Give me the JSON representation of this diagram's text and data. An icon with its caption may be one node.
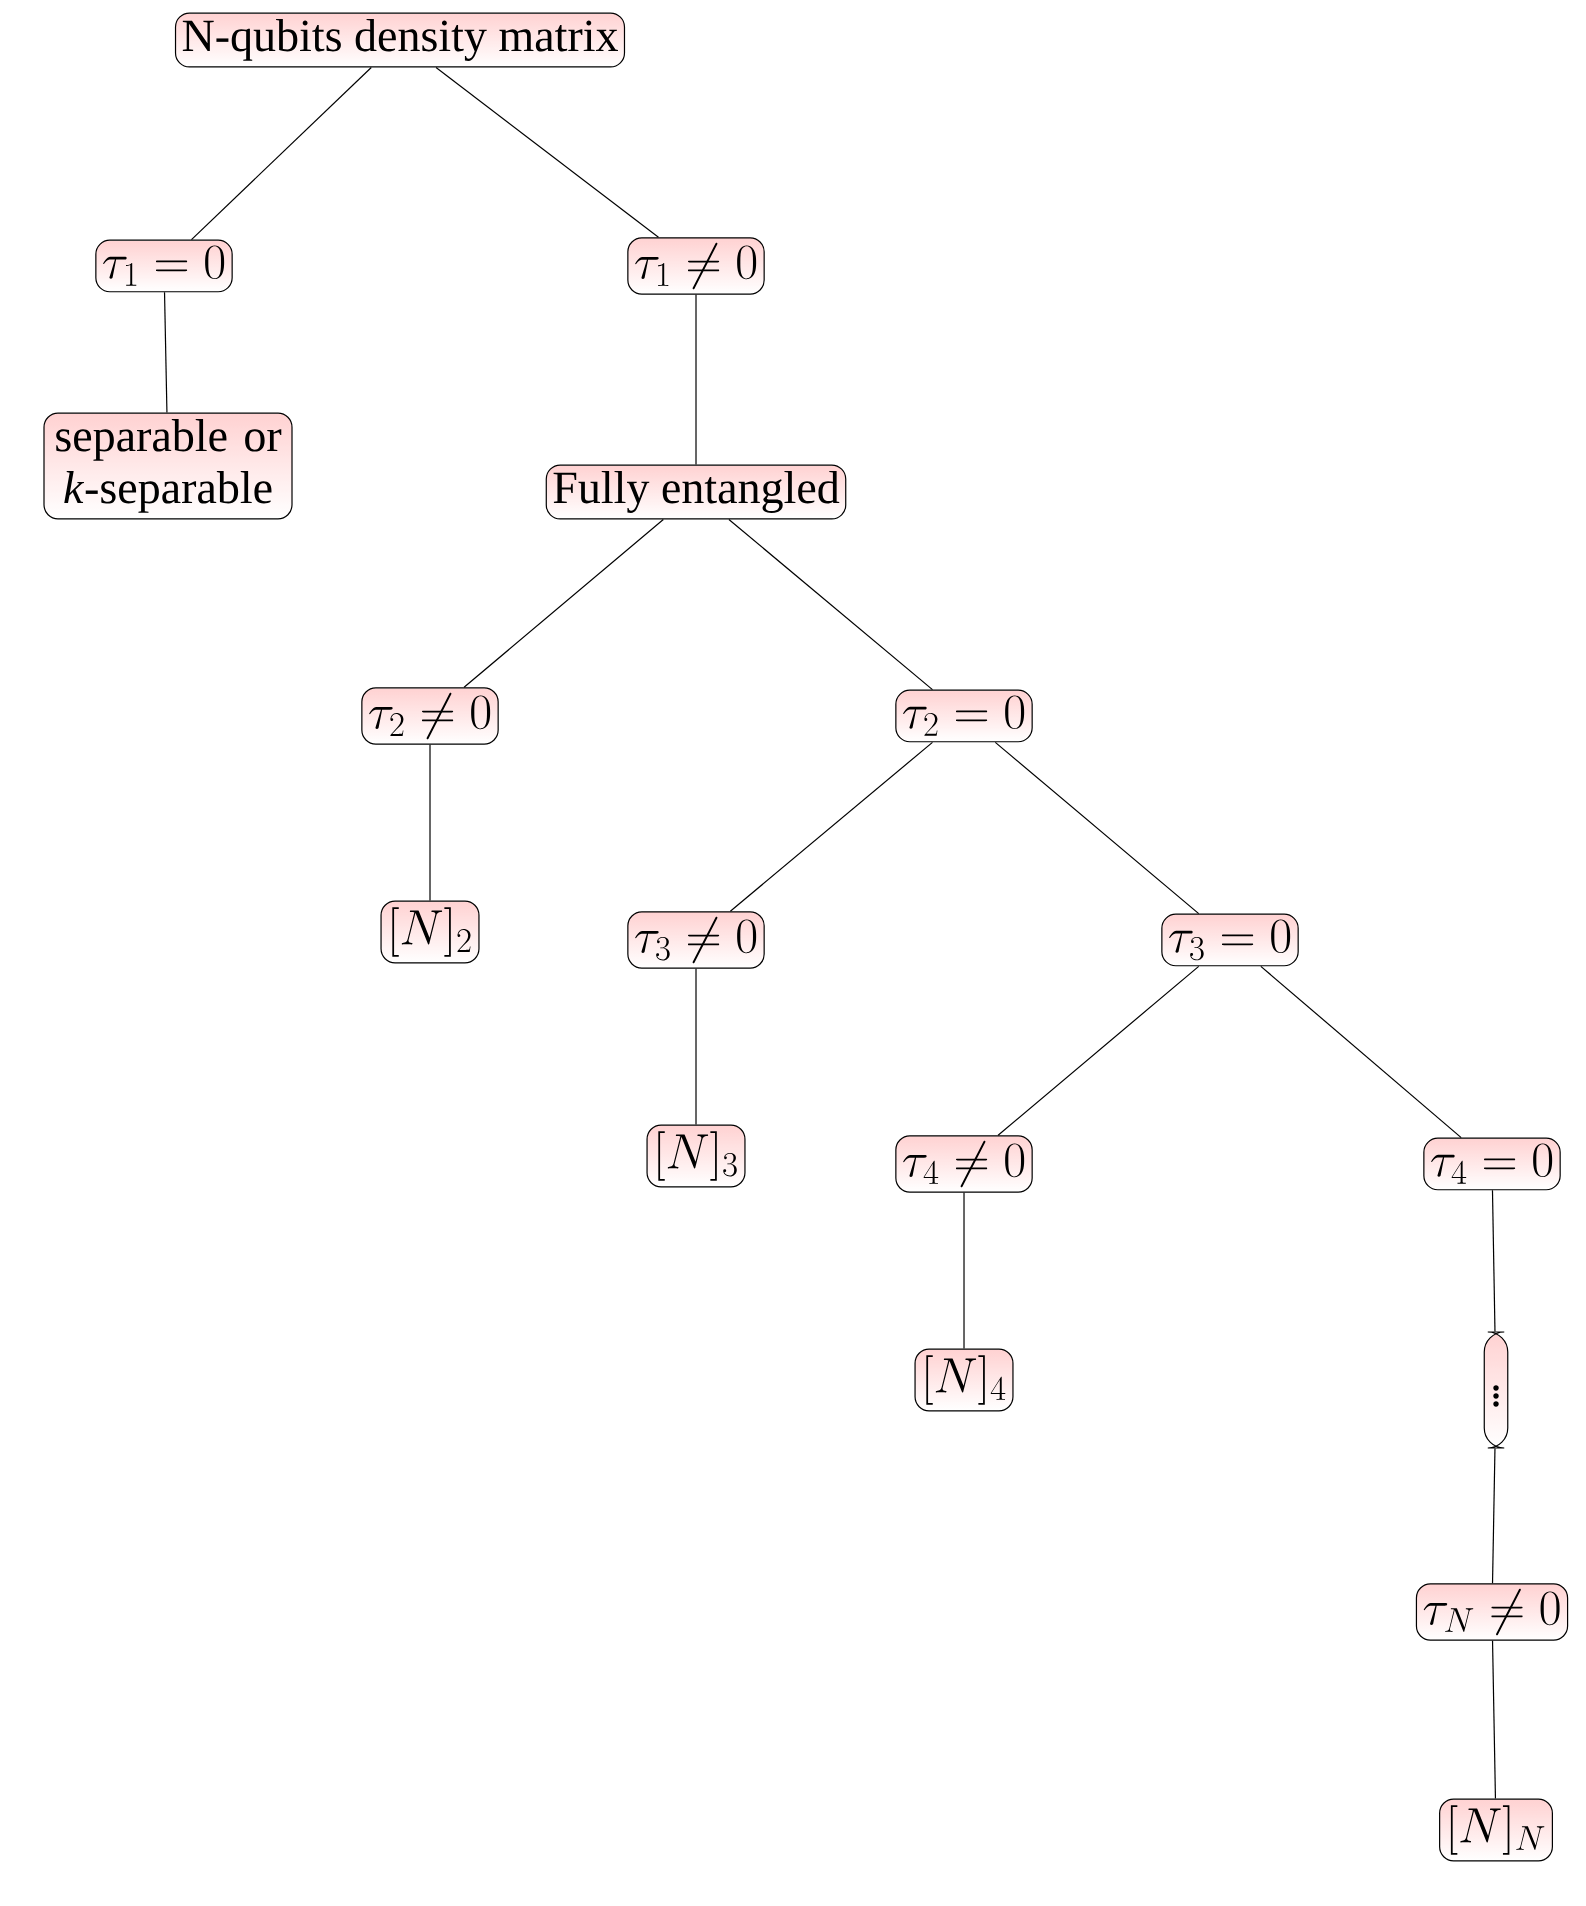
{
  "diagram": {
    "nodes": [
      {
        "text": [
          "N-qubits density matrix"
        ]
      },
      {
        "text": [
          "\\tau_1 = 0"
        ]
      },
      {
        "text": [
          "\\tau_1 \\neq 0"
        ]
      },
      {
        "text": [
          "separable or *k*-separable"
        ]
      },
      {
        "text": [
          "Fully entangled"
        ]
      },
      {
        "text": [
          "\\tau_2 \\neq 0"
        ]
      },
      {
        "text": [
          "\\tau_2 = 0"
        ]
      },
      {
        "text": [
          "[N]_2"
        ]
      },
      {
        "text": [
          "\\tau_3 \\neq 0"
        ]
      },
      {
        "text": [
          "\\tau_3 = 0"
        ]
      },
      {
        "text": [
          "[N]_3"
        ]
      },
      {
        "text": [
          "\\tau_4 \\neq 0"
        ]
      },
      {
        "text": [
          "\\tau_4 = 0"
        ]
      },
      {
        "text": [
          "[N]_4"
        ]
      },
      {
        "text": [
          "\\vdots"
        ]
      },
      {
        "text": [
          "\\tau_N \\neq 0"
        ]
      },
      {
        "text": [
          "[N]_N"
        ]
      }
    ],
    "edges": [
      {
        "from": 0,
        "to": 1,
        "arrow": "none"
      },
      {
        "from": 0,
        "to": 2,
        "arrow": "none"
      },
      {
        "from": 1,
        "to": 3,
        "arrow": "none"
      },
      {
        "from": 2,
        "to": 4,
        "arrow": "none"
      },
      {
        "from": 4,
        "to": 5,
        "arrow": "none"
      },
      {
        "from": 4,
        "to": 6,
        "arrow": "none"
      },
      {
        "from": 5,
        "to": 7,
        "arrow": "none"
      },
      {
        "from": 6,
        "to": 8,
        "arrow": "none"
      },
      {
        "from": 6,
        "to": 9,
        "arrow": "none"
      },
      {
        "from": 8,
        "to": 10,
        "arrow": "none"
      },
      {
        "from": 9,
        "to": 11,
        "arrow": "none"
      },
      {
        "from": 9,
        "to": 12,
        "arrow": "none"
      },
      {
        "from": 11,
        "to": 13,
        "arrow": "none"
      },
      {
        "from": 12,
        "to": 14,
        "arrow": "none"
      },
      {
        "from": 14,
        "to": 15,
        "arrow": "none"
      },
      {
        "from": 15,
        "to": 16,
        "arrow": "none"
      }
    ]
  }
}
